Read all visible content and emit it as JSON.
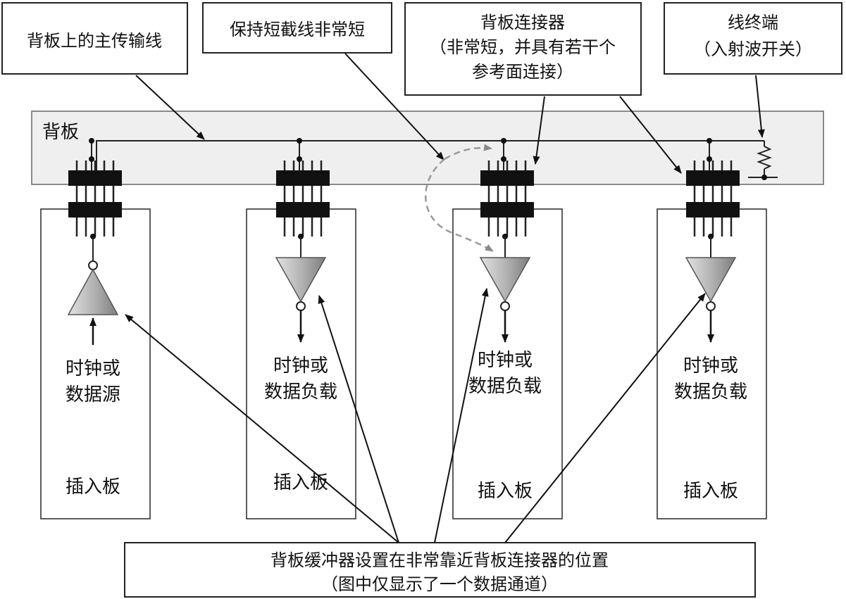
{
  "callouts": {
    "main_line": "背板上的主传输线",
    "stub": "保持短截线非常短",
    "connector": [
      "背板连接器",
      "（非常短，并具有若干个",
      "参考面连接）"
    ],
    "termination": [
      "线终端",
      "（入射波开关）"
    ],
    "buffer": [
      "背板缓冲器设置在非常靠近背板连接器的位置",
      "（图中仅显示了一个数据通道）"
    ]
  },
  "backplane": {
    "label": "背板"
  },
  "boards": [
    {
      "function": [
        "时钟或",
        "数据源"
      ],
      "label": "插入板"
    },
    {
      "function": [
        "时钟或",
        "数据负载"
      ],
      "label": "插入板"
    },
    {
      "function": [
        "时钟或",
        "数据负载"
      ],
      "label": "插入板"
    },
    {
      "function": [
        "时钟或",
        "数据负载"
      ],
      "label": "插入板"
    }
  ],
  "colors": {
    "backplane_fill": "#efefef",
    "connector": "#111111",
    "buffer_light": "#d8d8d8",
    "buffer_dark": "#8a8a8a",
    "dashed_arrow": "#9a9a9a"
  }
}
